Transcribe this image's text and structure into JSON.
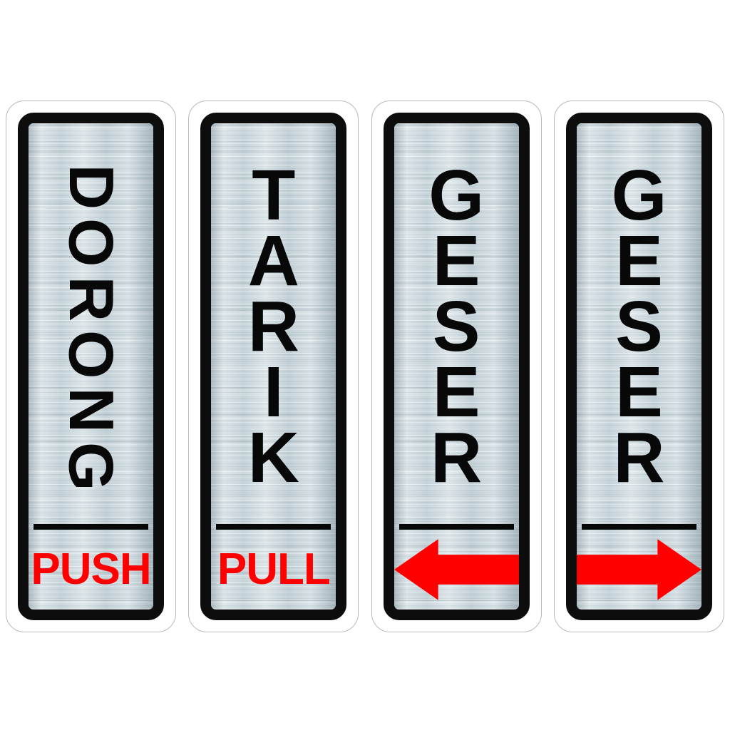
{
  "scene": {
    "kind": "door-sign-set",
    "background_color": "#FFFFFF",
    "plate_count": 4
  },
  "palette": {
    "red": "#FF0000",
    "black": "#080808",
    "metal_light": "#DCE6E9",
    "metal_mid": "#CBD8DD",
    "metal_dark": "#A8BAC2",
    "plate_outline": "#B9B9B9",
    "plate_border_white": "#FFFFFF"
  },
  "signs": [
    {
      "id": "sign-dorong-push",
      "main_word": "DORONG",
      "letters": [
        "D",
        "O",
        "R",
        "O",
        "N",
        "G"
      ],
      "letter_orientation": "rotated",
      "caption_type": "text",
      "caption": "PUSH",
      "caption_color": "#FF0000",
      "arrow": null
    },
    {
      "id": "sign-tarik-pull",
      "main_word": "TARIK",
      "letters": [
        "T",
        "A",
        "R",
        "I",
        "K"
      ],
      "letter_orientation": "upright",
      "caption_type": "text",
      "caption": "PULL",
      "caption_color": "#FF0000",
      "arrow": null
    },
    {
      "id": "sign-geser-left",
      "main_word": "GESER",
      "letters": [
        "G",
        "E",
        "S",
        "E",
        "R"
      ],
      "letter_orientation": "upright",
      "caption_type": "arrow",
      "caption": "",
      "caption_color": "#FF0000",
      "arrow": "arrow-left"
    },
    {
      "id": "sign-geser-right",
      "main_word": "GESER",
      "letters": [
        "G",
        "E",
        "S",
        "E",
        "R"
      ],
      "letter_orientation": "upright",
      "caption_type": "arrow",
      "caption": "",
      "caption_color": "#FF0000",
      "arrow": "arrow-right"
    }
  ]
}
